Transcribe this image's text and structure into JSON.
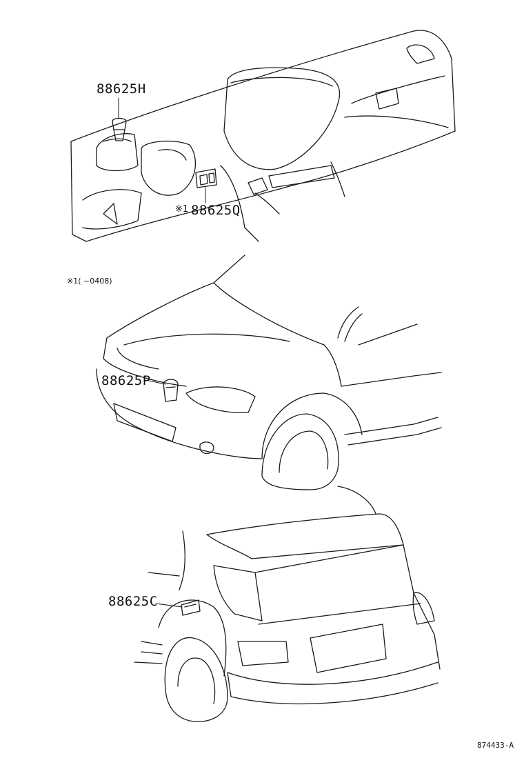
{
  "parts": {
    "p1": "88625H",
    "p2": "88625Q",
    "p3": "88625P",
    "p4": "88625C"
  },
  "notes": {
    "marker": "※1",
    "footnote": "※1(    ~0408)"
  },
  "diagram_code": "874433-A",
  "colors": {
    "line": "#1a1a1a",
    "background": "#ffffff"
  }
}
